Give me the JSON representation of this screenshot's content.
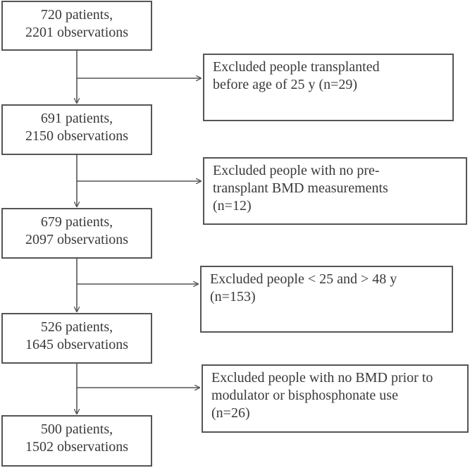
{
  "steps": [
    {
      "line1": "720 patients,",
      "line2": "2201 observations"
    },
    {
      "line1": "691 patients,",
      "line2": "2150 observations"
    },
    {
      "line1": "679 patients,",
      "line2": "2097 observations"
    },
    {
      "line1": "526 patients,",
      "line2": "1645 observations"
    },
    {
      "line1": "500 patients,",
      "line2": "1502 observations"
    }
  ],
  "exclusions": [
    {
      "lines": [
        "Excluded people transplanted",
        "before age of 25 y (n=29)"
      ]
    },
    {
      "lines": [
        "Excluded people with no pre-",
        "transplant BMD measurements",
        "(n=12)"
      ]
    },
    {
      "lines": [
        "Excluded people < 25 and > 48 y",
        "(n=153)"
      ]
    },
    {
      "lines": [
        "Excluded people with no BMD prior to",
        "modulator or bisphosphonate use",
        "(n=26)"
      ]
    }
  ],
  "colors": {
    "stroke": "#555555",
    "text": "#3a3a3a",
    "background": "#ffffff"
  }
}
